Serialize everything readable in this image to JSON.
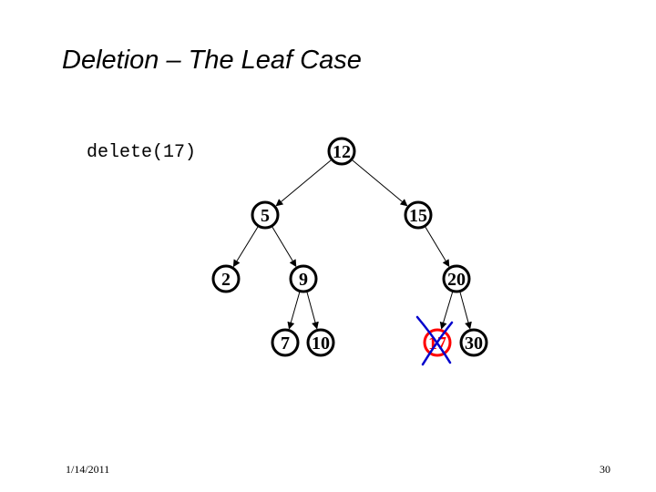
{
  "slide": {
    "title": "Deletion – The Leaf Case",
    "operation": "delete(17)",
    "footer_date": "1/14/2011",
    "page_number": "30"
  },
  "tree": {
    "nodes": [
      {
        "id": "12",
        "label": "12"
      },
      {
        "id": "5",
        "label": "5"
      },
      {
        "id": "15",
        "label": "15"
      },
      {
        "id": "2",
        "label": "2"
      },
      {
        "id": "9",
        "label": "9"
      },
      {
        "id": "20",
        "label": "20"
      },
      {
        "id": "7",
        "label": "7"
      },
      {
        "id": "10",
        "label": "10"
      },
      {
        "id": "17",
        "label": "17",
        "deleted": true
      },
      {
        "id": "30",
        "label": "30"
      }
    ],
    "edges": [
      [
        "12",
        "5"
      ],
      [
        "12",
        "15"
      ],
      [
        "5",
        "2"
      ],
      [
        "5",
        "9"
      ],
      [
        "15",
        "20"
      ],
      [
        "9",
        "7"
      ],
      [
        "9",
        "10"
      ],
      [
        "20",
        "17"
      ],
      [
        "20",
        "30"
      ]
    ]
  },
  "colors": {
    "node_stroke": "#000000",
    "deleted_ring": "#ff0000",
    "cross_mark": "#0000cc"
  }
}
